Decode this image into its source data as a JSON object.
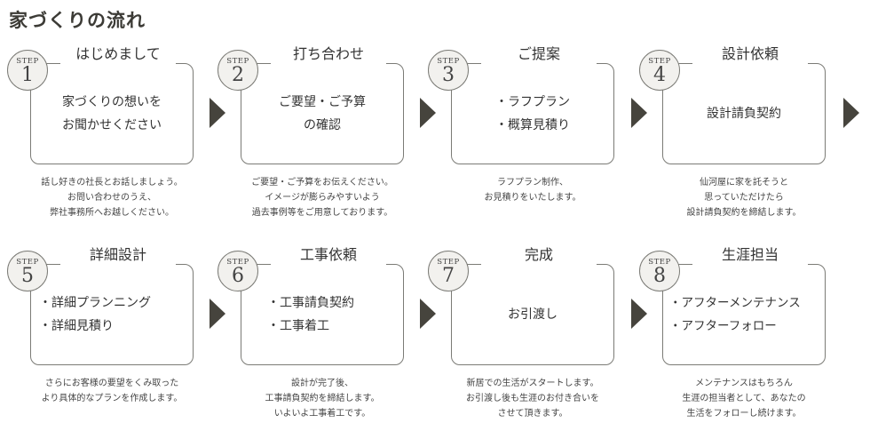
{
  "title": "家づくりの流れ",
  "steps": [
    {
      "label": "STEP",
      "number": "1",
      "title": "はじめまして",
      "content": [
        "家づくりの想いを",
        "お聞かせください"
      ],
      "description": [
        "話し好きの社長とお話しましょう。",
        "お問い合わせのうえ、",
        "弊社事務所へお越しください。"
      ]
    },
    {
      "label": "STEP",
      "number": "2",
      "title": "打ち合わせ",
      "content": [
        "ご要望・ご予算",
        "の確認"
      ],
      "description": [
        "ご要望・ご予算をお伝えください。",
        "イメージが膨らみやすいよう",
        "過去事例等をご用意しております。"
      ]
    },
    {
      "label": "STEP",
      "number": "3",
      "title": "ご提案",
      "content": [
        "・ラフプラン",
        "・概算見積り"
      ],
      "description": [
        "ラフプラン制作、",
        "お見積りをいたします。"
      ]
    },
    {
      "label": "STEP",
      "number": "4",
      "title": "設計依頼",
      "content": [
        "設計請負契約"
      ],
      "description": [
        "仙河屋に家を託そうと",
        "思っていただけたら",
        "設計請負契約を締結します。"
      ]
    },
    {
      "label": "STEP",
      "number": "5",
      "title": "詳細設計",
      "content": [
        "・詳細プランニング",
        "・詳細見積り"
      ],
      "description": [
        "さらにお客様の要望をくみ取った",
        "より具体的なプランを作成します。"
      ]
    },
    {
      "label": "STEP",
      "number": "6",
      "title": "工事依頼",
      "content": [
        "・工事請負契約",
        "・工事着工"
      ],
      "description": [
        "設計が完了後、",
        "工事請負契約を締結します。",
        "いよいよ工事着工です。"
      ]
    },
    {
      "label": "STEP",
      "number": "7",
      "title": "完成",
      "content": [
        "お引渡し"
      ],
      "description": [
        "新居での生活がスタートします。",
        "お引渡し後も生涯のお付き合いを",
        "させて頂きます。"
      ]
    },
    {
      "label": "STEP",
      "number": "8",
      "title": "生涯担当",
      "content": [
        "・アフターメンテナンス",
        "・アフターフォロー"
      ],
      "description": [
        "メンテナンスはもちろん",
        "生涯の担当者として、あなたの",
        "生活をフォローし続けます。"
      ]
    }
  ],
  "colors": {
    "arrow": "#46443d",
    "border": "#7b7b76",
    "badge_bg": "#f2f1ee",
    "title": "#3c3b36"
  }
}
